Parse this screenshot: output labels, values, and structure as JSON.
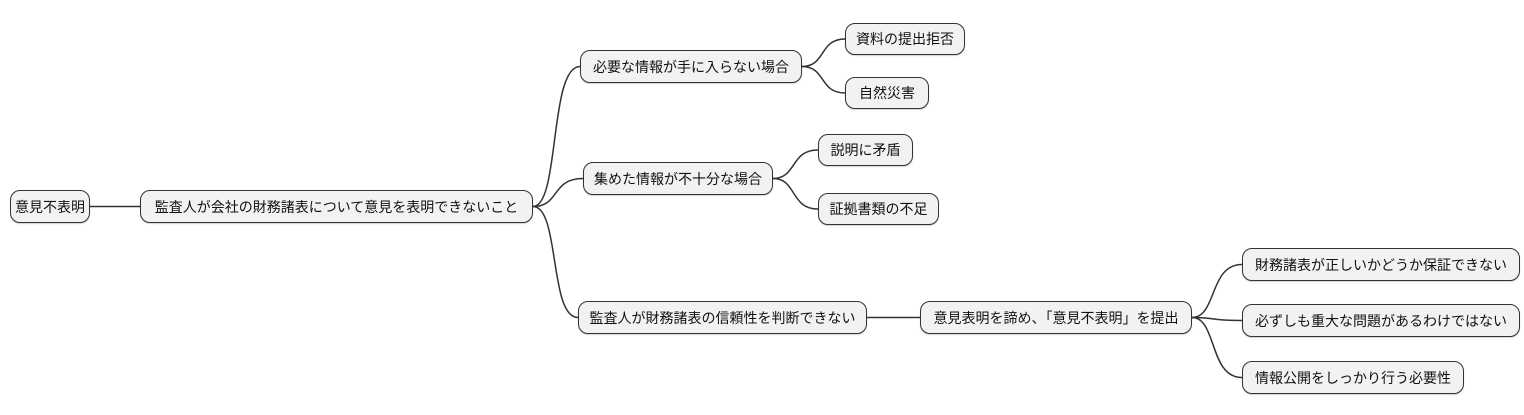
{
  "diagram": {
    "type": "mindmap",
    "topic": "意見不表明",
    "colors": {
      "background": "#ffffff",
      "node_fill": "#f2f2f2",
      "node_border": "#333333",
      "line_color": "#333333",
      "text_color": "#111111"
    }
  },
  "nodes": {
    "root": {
      "label": "意見不表明",
      "level": 0
    },
    "definition": {
      "label": "監査人が会社の財務諸表について意見を表明できないこと",
      "level": 1
    },
    "info_unavailable": {
      "label": "必要な情報が手に入らない場合",
      "level": 2
    },
    "refusal": {
      "label": "資料の提出拒否",
      "level": 3
    },
    "disaster": {
      "label": "自然災害",
      "level": 3
    },
    "insufficient": {
      "label": "集めた情報が不十分な場合",
      "level": 2
    },
    "contradiction": {
      "label": "説明に矛盾",
      "level": 3
    },
    "lack_evidence": {
      "label": "証拠書類の不足",
      "level": 3
    },
    "cannot_judge": {
      "label": "監査人が財務諸表の信頼性を判断できない",
      "level": 2
    },
    "submit_disclaimer": {
      "label": "意見表明を諦め、「意見不表明」を提出",
      "level": 3
    },
    "no_guarantee": {
      "label": "財務諸表が正しいかどうか保証できない",
      "level": 4
    },
    "not_always_serious": {
      "label": "必ずしも重大な問題があるわけではない",
      "level": 4
    },
    "need_disclosure": {
      "label": "情報公開をしっかり行う必要性",
      "level": 4
    }
  },
  "edges": [
    {
      "from": "root",
      "to": "definition"
    },
    {
      "from": "definition",
      "to": "info_unavailable"
    },
    {
      "from": "definition",
      "to": "insufficient"
    },
    {
      "from": "definition",
      "to": "cannot_judge"
    },
    {
      "from": "info_unavailable",
      "to": "refusal"
    },
    {
      "from": "info_unavailable",
      "to": "disaster"
    },
    {
      "from": "insufficient",
      "to": "contradiction"
    },
    {
      "from": "insufficient",
      "to": "lack_evidence"
    },
    {
      "from": "cannot_judge",
      "to": "submit_disclaimer"
    },
    {
      "from": "submit_disclaimer",
      "to": "no_guarantee"
    },
    {
      "from": "submit_disclaimer",
      "to": "not_always_serious"
    },
    {
      "from": "submit_disclaimer",
      "to": "need_disclosure"
    }
  ]
}
